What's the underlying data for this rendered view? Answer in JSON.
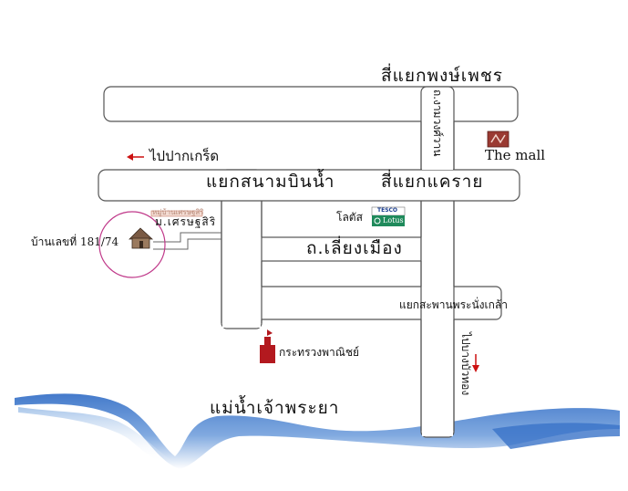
{
  "labels": {
    "junction_phongphet": "สี่แยกพงษ์เพชร",
    "to_pakkret": "ไปปากเกร็ด",
    "the_mall": "The mall",
    "road_ngamwongwan": "ถ.งามวงศ์วาน",
    "junction_sanambinnam": "แยกสนามบินน้ำ",
    "junction_khae_rai": "สี่แยกแคราย",
    "lotus_label": "โลตัส",
    "tesco_text": "TESCO",
    "lotus_text": "Lotus",
    "village_sign": "ม.เศรษฐสิริ",
    "village_sign_top": "หมู่บ้านเศรษฐสิริ",
    "house_address": "บ้านเลขที่ 181/74",
    "road_liang_mueang": "ถ.เลี่ยงเมือง",
    "junction_bridge": "แยกสะพานพระนั่งเกล้า",
    "to_bang_bua_thong": "ไปบางบัวทอง",
    "ministry_of_commerce": "กระทรวงพาณิชย์",
    "river": "แม่น้ำเจ้าพระยา"
  },
  "colors": {
    "road_fill": "#ffffff",
    "road_stroke": "#555555",
    "river_dark": "#3a73c8",
    "river_light": "#a9c6ea",
    "arrow_red": "#cc1111",
    "ministry_red": "#b3191f",
    "mall_brown": "#9a3a32",
    "lotus_green": "#1f8a5b",
    "house_circle": "#c0398a"
  },
  "icons": {
    "mall": "the-mall-logo-icon",
    "lotus": "tesco-lotus-logo-icon",
    "house": "house-icon",
    "ministry": "ministry-building-icon",
    "arrow_left": "arrow-left-icon",
    "arrow_down": "arrow-down-icon"
  }
}
